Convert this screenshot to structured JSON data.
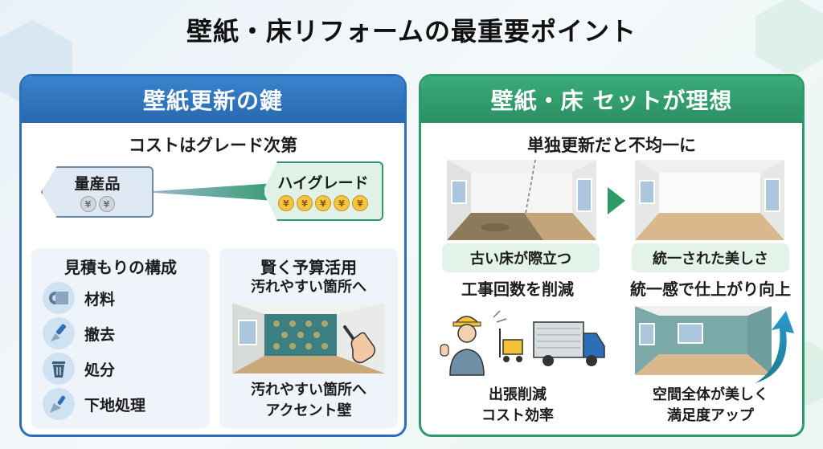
{
  "title": "壁紙・床リフォームの最重要ポイント",
  "left": {
    "header": "壁紙更新の鍵",
    "cost_title": "コストはグレード次第",
    "tag_low": {
      "label": "量産品",
      "coin": "¥",
      "coins": 2
    },
    "tag_high": {
      "label": "ハイグレード",
      "coin": "¥",
      "coins": 5
    },
    "estimate": {
      "title": "見積もりの構成",
      "items": [
        {
          "label": "材料",
          "icon": "wallpaper-roll-icon"
        },
        {
          "label": "撤去",
          "icon": "scraper-icon"
        },
        {
          "label": "処分",
          "icon": "trash-can-icon"
        },
        {
          "label": "下地処理",
          "icon": "putty-knife-icon"
        }
      ]
    },
    "budget": {
      "title": "賢く予算活用",
      "top": "汚れやすい箇所へ",
      "bottom_line1": "汚れやすい箇所へ",
      "bottom_line2": "アクセント壁"
    }
  },
  "right": {
    "header": "壁紙・床 セットが理想",
    "uneven_title": "単独更新だと不均一に",
    "before_caption": "古い床が際立つ",
    "after_caption": "統一された美しさ",
    "work": {
      "title": "工事回数を削減",
      "line1": "出張削減",
      "line2": "コスト効率"
    },
    "finish": {
      "title": "統一感で仕上がり向上",
      "line1": "空間全体が美しく",
      "line2": "満足度アップ"
    }
  },
  "colors": {
    "blue": "#2a6fb8",
    "green": "#2e9a6a",
    "gold": "#f4c542"
  }
}
